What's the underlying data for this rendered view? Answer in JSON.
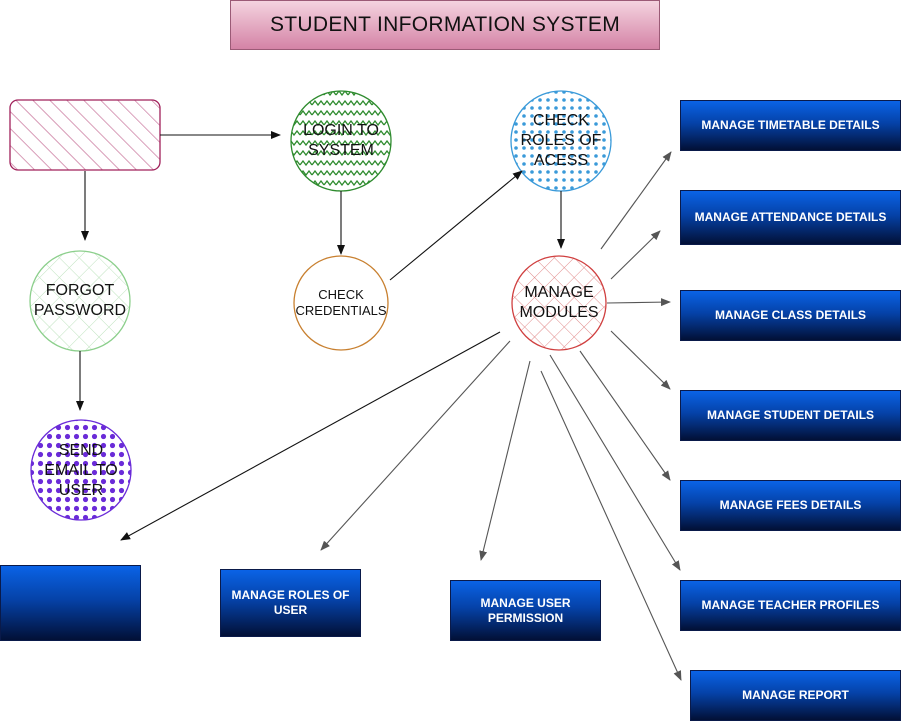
{
  "title": "STUDENT INFORMATION SYSTEM",
  "nodes": {
    "user": "",
    "login": "LOGIN TO SYSTEM",
    "check_roles": "CHECK ROLES OF ACESS",
    "forgot": "FORGOT PASSWORD",
    "credentials": "CHECK CREDENTIALS",
    "manage": "MANAGE MODULES",
    "send_email": "SEND EMAIL TO USER"
  },
  "modules": {
    "timetable": "MANAGE  TIMETABLE DETAILS",
    "attendance": "MANAGE ATTENDANCE DETAILS",
    "class": "MANAGE CLASS DETAILS",
    "student": "MANAGE STUDENT  DETAILS",
    "fees": "MANAGE FEES DETAILS",
    "teacher": "MANAGE TEACHER PROFILES",
    "report": "MANAGE REPORT",
    "blank": "",
    "roles": "MANAGE ROLES OF USER",
    "permission": "MANAGE USER PERMISSION"
  },
  "colors": {
    "title_fill": "#d483a6",
    "user_stroke": "#a0205a",
    "login_stroke": "#2e8b2e",
    "roles_stroke": "#3a9ad9",
    "forgot_stroke": "#8ccf8c",
    "credentials_stroke": "#c88030",
    "manage_stroke": "#d04040",
    "email_stroke": "#6a2bd8",
    "module_fill": "#0542a8"
  }
}
